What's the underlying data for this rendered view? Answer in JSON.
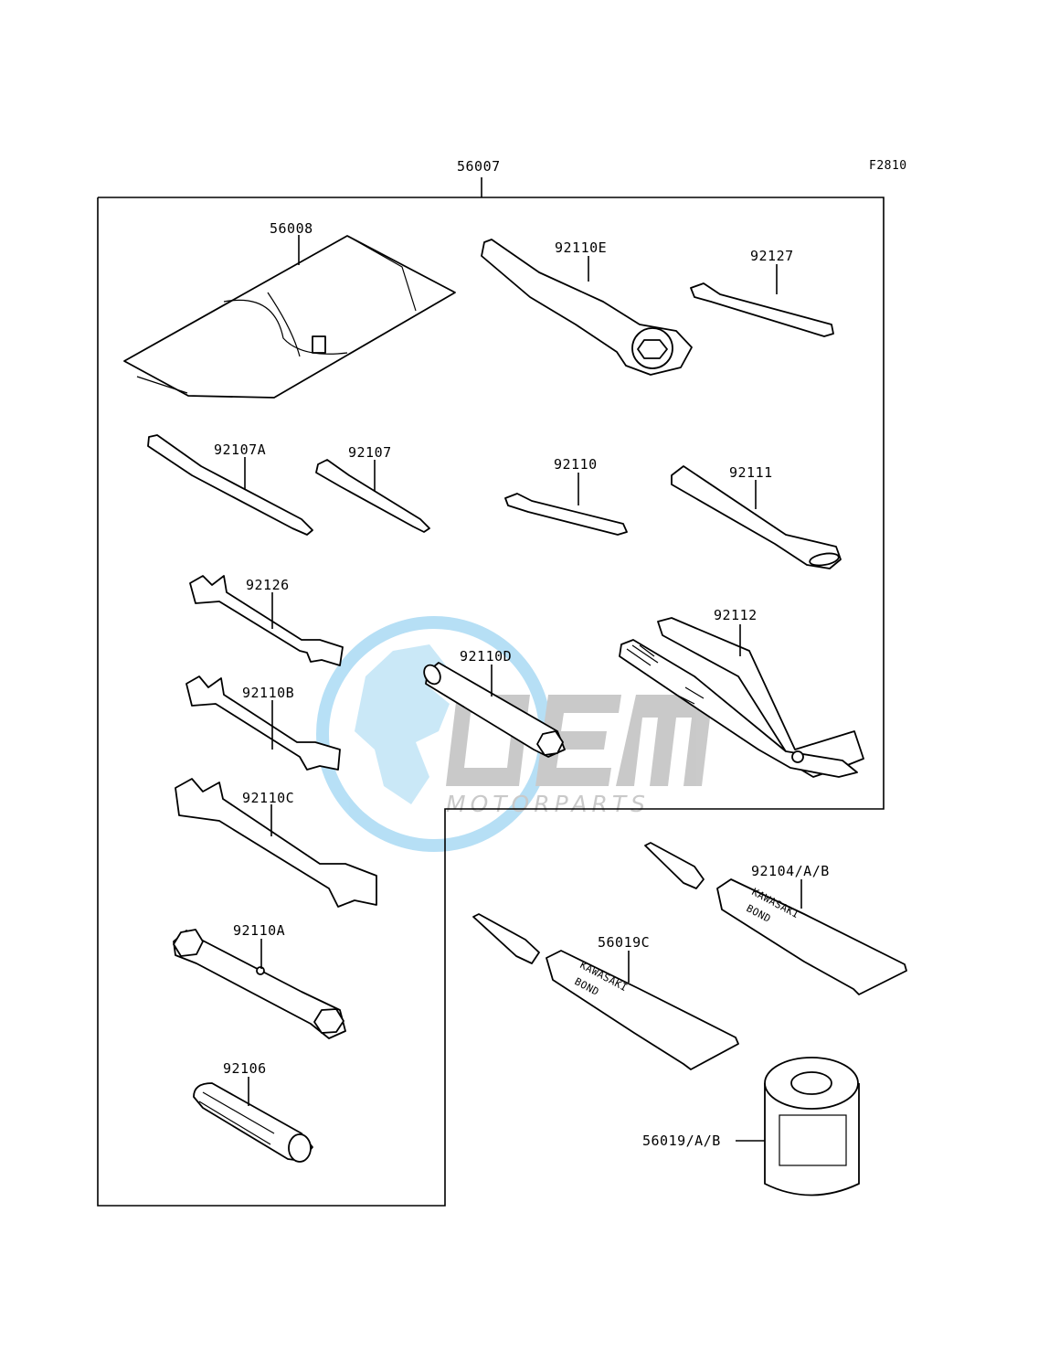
{
  "diagram": {
    "figure_code": "F2810",
    "assembly_part": "56007",
    "parts": {
      "p56008": "56008",
      "p92110E": "92110E",
      "p92127": "92127",
      "p92107A": "92107A",
      "p92107": "92107",
      "p92110": "92110",
      "p92111": "92111",
      "p92126": "92126",
      "p92112": "92112",
      "p92110D": "92110D",
      "p92110B": "92110B",
      "p92110C": "92110C",
      "p92110A": "92110A",
      "p92106": "92106",
      "p92104AB": "92104/A/B",
      "p56019C": "56019C",
      "p56019AB": "56019/A/B"
    },
    "tube_text": {
      "brand": "KAWASAKI",
      "product": "BOND"
    }
  },
  "watermark": {
    "logo": "OEM",
    "text": "MOTORPARTS",
    "colors": {
      "globe": "#7cc6ee",
      "letters": "#9e9e9e"
    }
  }
}
